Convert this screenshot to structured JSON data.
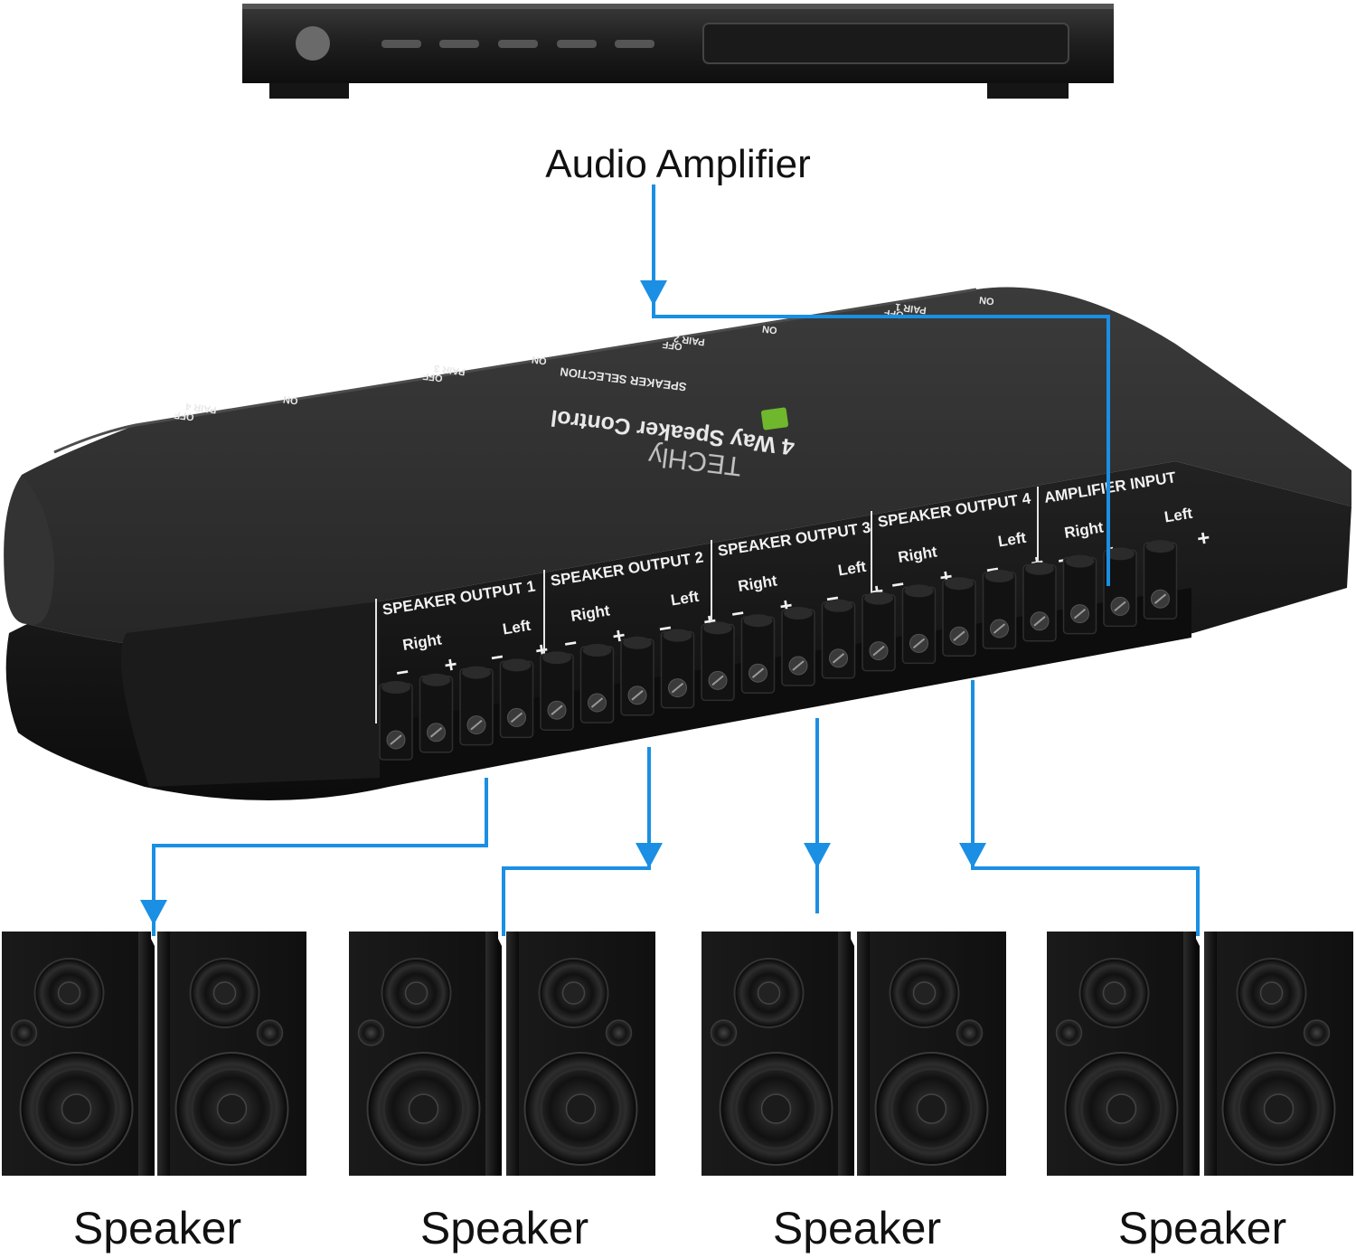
{
  "labels": {
    "amplifier": "Audio Amplifier",
    "speakers": [
      "Speaker",
      "Speaker",
      "Speaker",
      "Speaker"
    ]
  },
  "device": {
    "brand": "TECHly",
    "model": "4 Way Speaker Control",
    "selection_title": "SPEAKER SELECTION",
    "pairs": [
      {
        "name": "PAIR 1",
        "on": "ON",
        "off": "OFF"
      },
      {
        "name": "PAIR 2",
        "on": "ON",
        "off": "OFF"
      },
      {
        "name": "PAIR 3",
        "on": "ON",
        "off": "OFF"
      },
      {
        "name": "PAIR 4",
        "on": "ON",
        "off": "OFF"
      }
    ],
    "groups": [
      {
        "title": "SPEAKER OUTPUT 1",
        "right": "Right",
        "left": "Left"
      },
      {
        "title": "SPEAKER OUTPUT 2",
        "right": "Right",
        "left": "Left"
      },
      {
        "title": "SPEAKER OUTPUT 3",
        "right": "Right",
        "left": "Left"
      },
      {
        "title": "SPEAKER OUTPUT 4",
        "right": "Right",
        "left": "Left"
      },
      {
        "title": "AMPLIFIER INPUT",
        "right": "Right",
        "left": "Left"
      }
    ],
    "polarity": {
      "minus": "−",
      "plus": "+"
    }
  },
  "colors": {
    "wire": "#1a8fe3",
    "device_body": "#2a2a2a",
    "device_front": "#161616",
    "speaker": "#1c1c1c",
    "label_text": "#111111"
  }
}
